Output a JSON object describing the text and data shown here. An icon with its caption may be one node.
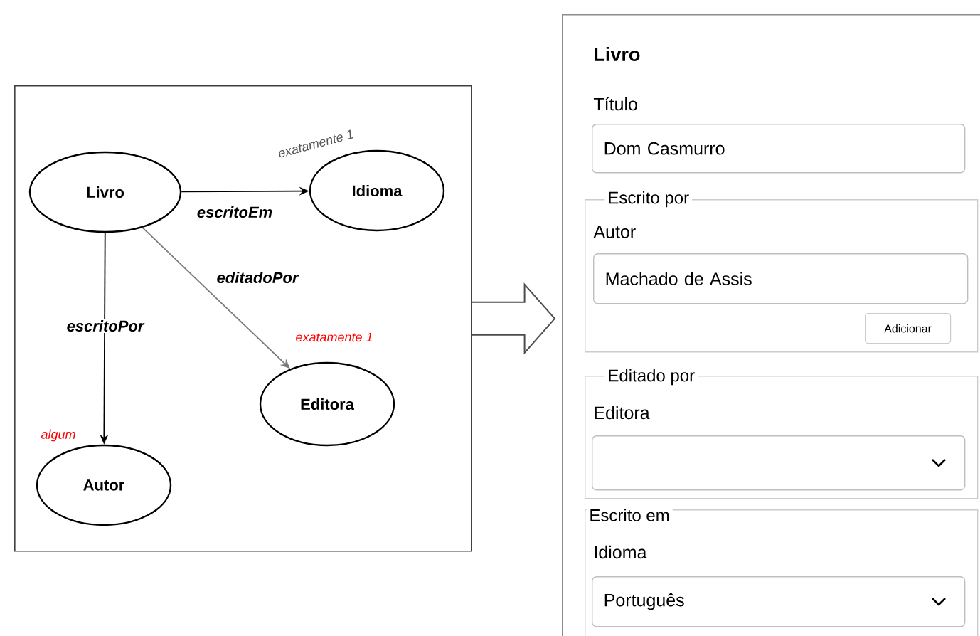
{
  "diagram": {
    "nodes": [
      {
        "text": [],
        "shape": "box"
      },
      {
        "text": [
          "Livro"
        ],
        "in": 0
      },
      {
        "text": [
          "Idioma"
        ],
        "in": 0,
        "beside": [
          "exatamente 1"
        ]
      },
      {
        "text": [
          "Editora"
        ],
        "in": 0,
        "beside": [
          "exatamente 1"
        ]
      },
      {
        "text": [
          "Autor"
        ],
        "in": 0,
        "beside": [
          "algum"
        ]
      },
      {
        "text": [
          "Livro"
        ]
      },
      {
        "text": [
          "Dom Casmurro"
        ],
        "in": 5,
        "beside": [
          "Título"
        ]
      },
      {
        "text": [
          "Escrito por"
        ],
        "in": 5
      },
      {
        "text": [
          "Machado de Assis"
        ],
        "in": 7,
        "beside": [
          "Autor"
        ]
      },
      {
        "text": [
          "Adicionar"
        ],
        "in": 7
      },
      {
        "text": [
          "Editado por"
        ],
        "in": 5
      },
      {
        "text": [],
        "shape": "box",
        "in": 10,
        "beside": [
          "Editora"
        ]
      },
      {
        "text": [
          "Escrito em"
        ],
        "in": 5
      },
      {
        "text": [
          "Português"
        ],
        "in": 12,
        "beside": [
          "Idioma"
        ]
      }
    ],
    "edges": [
      {
        "from": 1,
        "to": 2,
        "arrow": "to",
        "label": "escritoEm"
      },
      {
        "from": 1,
        "to": 3,
        "arrow": "to",
        "label": "editadoPor",
        "color": "#7a7a7a"
      },
      {
        "from": 1,
        "to": 4,
        "arrow": "to",
        "label": "escritoPor"
      },
      {
        "from": 0,
        "to": 5,
        "arrow": "to",
        "style": "thick"
      }
    ]
  }
}
